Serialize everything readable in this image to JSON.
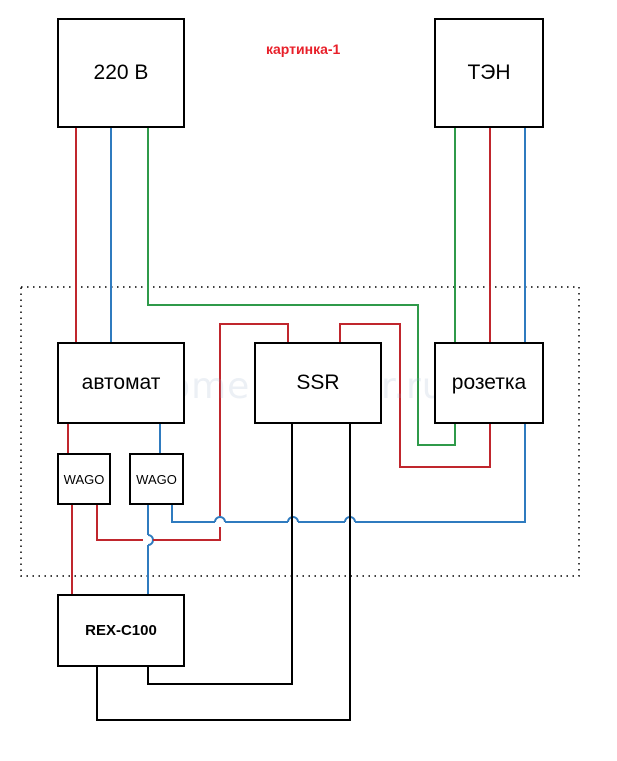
{
  "title": "картинка-1",
  "watermark": "HomeDistiller.ru",
  "blocks": {
    "power": "220 В",
    "heater": "ТЭН",
    "breaker": "автомат",
    "ssr": "SSR",
    "socket": "розетка",
    "wago_left": "WAGO",
    "wago_right": "WAGO",
    "controller": "REX-C100"
  },
  "colors": {
    "phase": "#c0262d",
    "neutral": "#2f7bbf",
    "ground": "#2f9a4a",
    "control": "#000000",
    "title": "#e8202a"
  }
}
